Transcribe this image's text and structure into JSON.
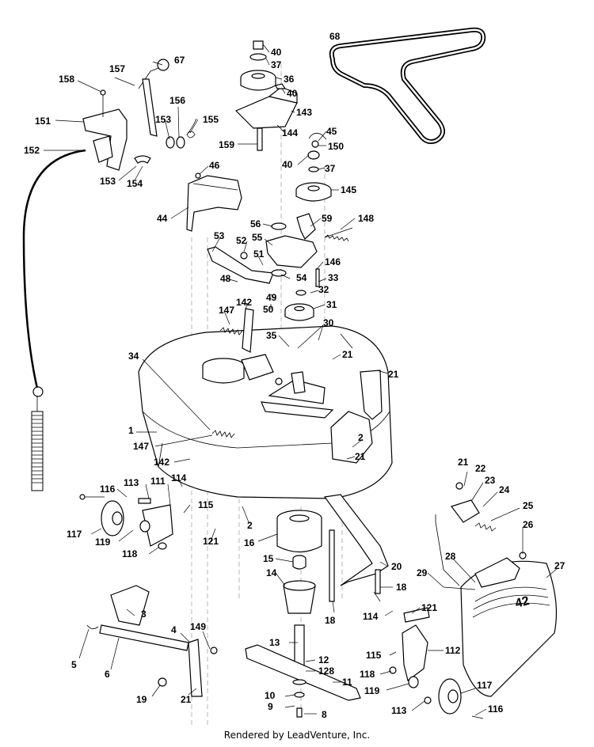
{
  "footer": "Rendered by LeadVenture, Inc.",
  "callouts": [
    "1",
    "2",
    "3",
    "4",
    "5",
    "6",
    "8",
    "9",
    "10",
    "11",
    "12",
    "13",
    "14",
    "15",
    "16",
    "18",
    "19",
    "20",
    "21",
    "22",
    "23",
    "24",
    "25",
    "26",
    "27",
    "28",
    "29",
    "30",
    "31",
    "32",
    "33",
    "34",
    "35",
    "36",
    "37",
    "40",
    "44",
    "45",
    "46",
    "48",
    "49",
    "50",
    "51",
    "52",
    "53",
    "54",
    "55",
    "56",
    "59",
    "67",
    "68",
    "111",
    "112",
    "113",
    "114",
    "115",
    "116",
    "117",
    "118",
    "119",
    "121",
    "128",
    "142",
    "143",
    "144",
    "145",
    "146",
    "147",
    "148",
    "149",
    "150",
    "151",
    "152",
    "153",
    "154",
    "155",
    "156",
    "157",
    "158",
    "159"
  ],
  "deck_logo": "42"
}
